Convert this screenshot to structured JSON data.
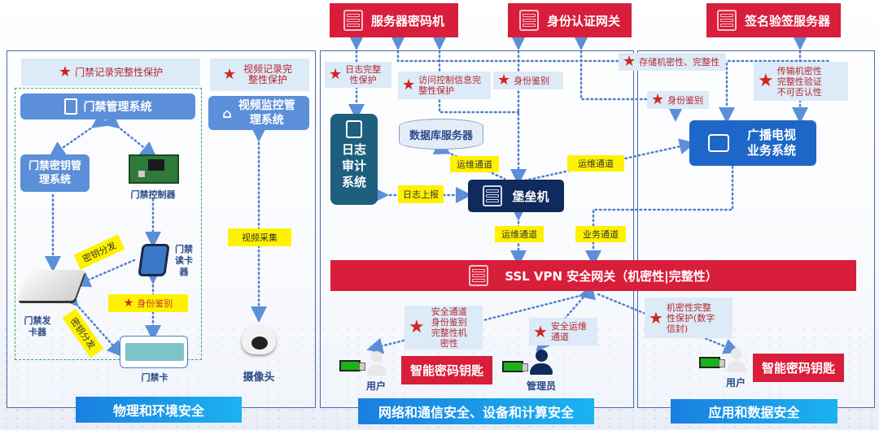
{
  "top_servers": {
    "server_crypto": "服务器密码机",
    "identity_gateway": "身份认证网关",
    "signature_server": "签名验签服务器"
  },
  "physical": {
    "note_access_record": "门禁记录完整性保护",
    "note_video_record": "视频记录完整性保护",
    "access_mgmt_system": "门禁管理系统",
    "video_mgmt_system": "视频监控管理系统",
    "key_mgmt_system": "门禁密钥管理系统",
    "controller": "门禁控制器",
    "card_reader": "门禁读卡器",
    "card_issuer": "门禁发卡器",
    "card": "门禁卡",
    "camera": "摄像头",
    "key_dist_1": "密钥分发",
    "key_dist_2": "密钥分发",
    "identity_auth": "身份鉴别",
    "video_capture": "视频采集",
    "footer": "物理和环境安全"
  },
  "network": {
    "note_log_integrity": "日志完整性保护",
    "note_access_ctrl": "访问控制信息完整性保护",
    "note_identity": "身份鉴别",
    "db_server": "数据库服务器",
    "log_audit": "日志审计系统",
    "bastion": "堡垒机",
    "ops_channel_1": "运维通道",
    "ops_channel_2": "运维通道",
    "ops_channel_3": "运维通道",
    "biz_channel": "业务通道",
    "log_report": "日志上报",
    "ssl_vpn": "SSL VPN 安全网关（机密性|完整性）",
    "note_secure_channel": "安全通道身份鉴别完整性机密性",
    "note_secure_ops": "安全运维通道",
    "smart_key": "智能密码钥匙",
    "user": "用户",
    "admin": "管理员",
    "footer": "网络和通信安全、设备和计算安全"
  },
  "application": {
    "note_storage": "存储机密性、完整性",
    "note_identity": "身份鉴别",
    "note_transmission": "传输机密性完整性验证不可否认性",
    "broadcast_system": "广播电视业务系统",
    "note_envelope": "机密性完整性保护(数字信封)",
    "smart_key": "智能密码钥匙",
    "user": "用户",
    "footer": "应用和数据安全"
  },
  "colors": {
    "red": "#d81e3a",
    "blue": "#5b8fd9",
    "navy": "#0f2a5c",
    "teal": "#1d5f7e",
    "yellow": "#fff200"
  }
}
